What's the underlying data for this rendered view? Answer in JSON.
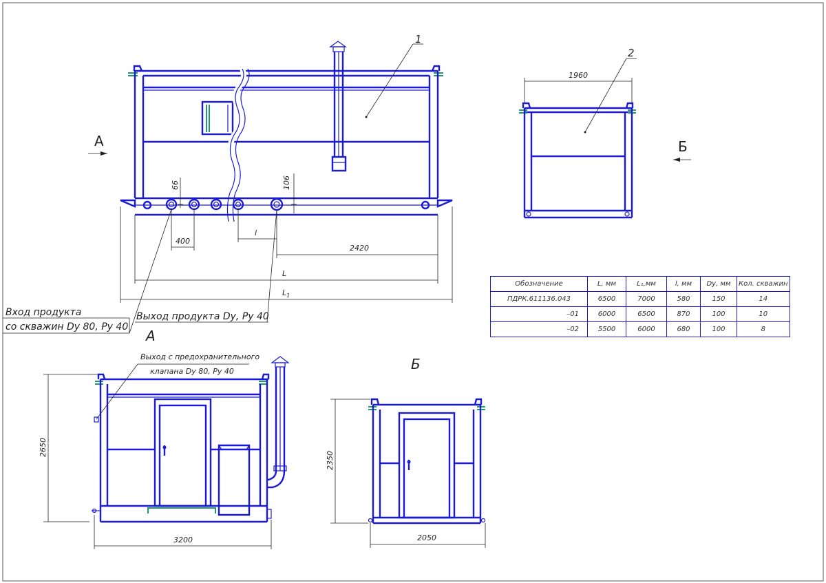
{
  "callouts": {
    "item1": "1",
    "item2": "2"
  },
  "views": {
    "arrow_a": "А",
    "arrow_b": "Б",
    "view_a_title": "А",
    "view_b_title": "Б"
  },
  "dimensions": {
    "d66": "66",
    "d106": "106",
    "d400": "400",
    "d_l": "l",
    "d2420": "2420",
    "d_L": "L",
    "d_L1": "L",
    "d_L1_sub": "1",
    "d1960": "1960",
    "d2650": "2650",
    "d3200": "3200",
    "d2350": "2350",
    "d2050": "2050"
  },
  "labels": {
    "inlet_line1": "Вход продукта",
    "inlet_line2": "со скважин Dу 80, Ру 40",
    "outlet": "Выход продукта Dу, Ру 40",
    "relief_line1": "Выход с предохранительного",
    "relief_line2": "клапана Dу 80, Ру 40"
  },
  "table": {
    "headers": [
      "Обозначение",
      "L, мм",
      "L₁,мм",
      "l, мм",
      "Dу, мм",
      "Кол. скважин"
    ],
    "rows": [
      [
        "ПДРК.611136.043",
        "6500",
        "7000",
        "580",
        "150",
        "14"
      ],
      [
        "–01",
        "6000",
        "6500",
        "870",
        "100",
        "10"
      ],
      [
        "–02",
        "5500",
        "6000",
        "680",
        "100",
        "8"
      ]
    ]
  }
}
